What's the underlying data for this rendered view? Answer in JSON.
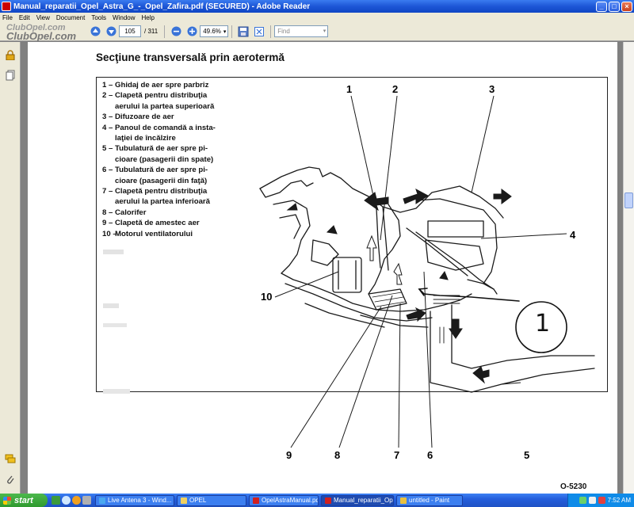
{
  "window": {
    "title": "Manual_reparatii_Opel_Astra_G_-_Opel_Zafira.pdf (SECURED) - Adobe Reader",
    "minimize": "_",
    "maximize": "□",
    "close": "×"
  },
  "menu": [
    "File",
    "Edit",
    "View",
    "Document",
    "Tools",
    "Window",
    "Help"
  ],
  "logo": {
    "line1": "ClubOpel.com",
    "line2": "ClubOpel.com"
  },
  "toolbar": {
    "page_current": "105",
    "page_sep": "/ 311",
    "zoom": "49.6%",
    "find_placeholder": "Find"
  },
  "document": {
    "title": "Secţiune transversală prin aerotermă",
    "legend": [
      {
        "n": "1 –",
        "lines": [
          "Ghidaj de aer spre parbriz"
        ]
      },
      {
        "n": "2 –",
        "lines": [
          "Clapetă pentru distribuţia",
          "aerului la partea superioară"
        ]
      },
      {
        "n": "3 –",
        "lines": [
          "Difuzoare de aer"
        ]
      },
      {
        "n": "4 –",
        "lines": [
          "Panoul de comandă a insta-",
          "laţiei de încălzire"
        ]
      },
      {
        "n": "5 –",
        "lines": [
          "Tubulatură de aer spre pi-",
          "cioare (pasagerii din spate)"
        ]
      },
      {
        "n": "6 –",
        "lines": [
          "Tubulatură de aer spre pi-",
          "cioare (pasagerii din faţă)"
        ]
      },
      {
        "n": "7 –",
        "lines": [
          "Clapetă pentru distribuţia",
          "aerului la partea inferioară"
        ]
      },
      {
        "n": "8 –",
        "lines": [
          "Calorifer"
        ]
      },
      {
        "n": "9 –",
        "lines": [
          "Clapetă de amestec aer"
        ]
      },
      {
        "n": "10 –",
        "lines": [
          "Motorul ventilatorului"
        ]
      }
    ],
    "callouts": {
      "c1": "1",
      "c2": "2",
      "c3": "3",
      "c4": "4",
      "c5": "5",
      "c6": "6",
      "c7": "7",
      "c8": "8",
      "c9": "9",
      "c10": "10"
    },
    "annotation": "1",
    "figure_code": "O-5230"
  },
  "taskbar": {
    "start": "start",
    "tasks": [
      "Live Antena 3 - Wind...",
      "OPEL",
      "OpelAstraManual.pdf...",
      "Manual_reparatii_Op...",
      "untitled - Paint"
    ],
    "clock": "7:52 AM"
  },
  "colors": {
    "titlebar": "#1d56d6",
    "menubar": "#ece9d8",
    "taskbar": "#245edc",
    "start": "#2f9a2f",
    "annotation": "#111111"
  }
}
